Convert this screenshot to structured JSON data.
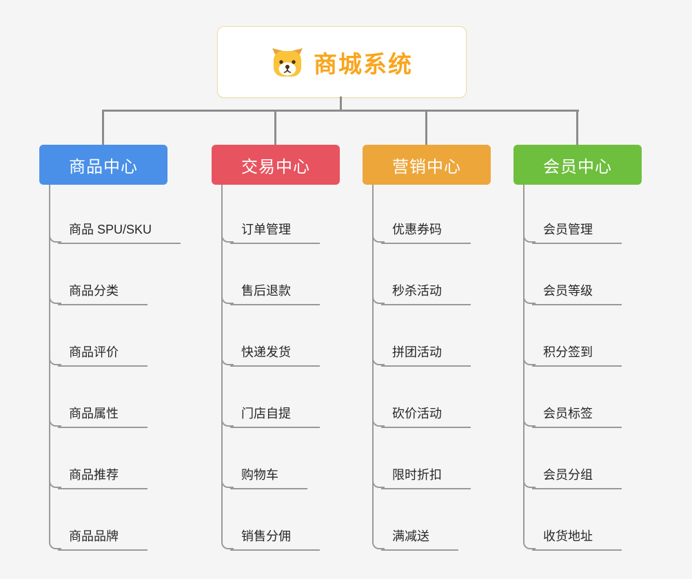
{
  "root": {
    "title": "商城系统",
    "icon": "dog-icon"
  },
  "colors": {
    "background": "#f5f5f5",
    "connector": "#8c8c8c",
    "root_border": "#f3d9a6",
    "root_title": "#f9a51d",
    "branch_blue": "#4a90e8",
    "branch_red": "#e75460",
    "branch_orange": "#eda63a",
    "branch_green": "#6fbf3e"
  },
  "branches": [
    {
      "label": "商品中心",
      "color": "#4a90e8",
      "items": [
        "商品 SPU/SKU",
        "商品分类",
        "商品评价",
        "商品属性",
        "商品推荐",
        "商品品牌"
      ]
    },
    {
      "label": "交易中心",
      "color": "#e75460",
      "items": [
        "订单管理",
        "售后退款",
        "快递发货",
        "门店自提",
        "购物车",
        "销售分佣"
      ]
    },
    {
      "label": "营销中心",
      "color": "#eda63a",
      "items": [
        "优惠券码",
        "秒杀活动",
        "拼团活动",
        "砍价活动",
        "限时折扣",
        "满减送"
      ]
    },
    {
      "label": "会员中心",
      "color": "#6fbf3e",
      "items": [
        "会员管理",
        "会员等级",
        "积分签到",
        "会员标签",
        "会员分组",
        "收货地址"
      ]
    }
  ]
}
